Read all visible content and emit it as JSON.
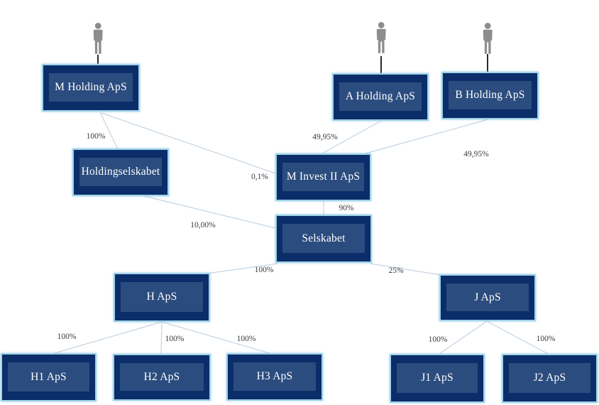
{
  "diagram": {
    "title": "ownership-structure-diagram",
    "nodes": {
      "m_holding": {
        "label": "M Holding ApS"
      },
      "a_holding": {
        "label": "A Holding ApS"
      },
      "b_holding": {
        "label": "B Holding ApS"
      },
      "holdingselskabet": {
        "label": "Holdingselskabet"
      },
      "m_invest_ii": {
        "label": "M Invest II ApS"
      },
      "selskabet": {
        "label": "Selskabet"
      },
      "h": {
        "label": "H ApS"
      },
      "j": {
        "label": "J ApS"
      },
      "h1": {
        "label": "H1 ApS"
      },
      "h2": {
        "label": "H2 ApS"
      },
      "h3": {
        "label": "H3 ApS"
      },
      "j1": {
        "label": "J1 ApS"
      },
      "j2": {
        "label": "J2 ApS"
      }
    },
    "edges": [
      {
        "from": "m_holding",
        "to": "holdingselskabet",
        "percent": "100%"
      },
      {
        "from": "m_holding",
        "to": "m_invest_ii",
        "percent": "0,1%"
      },
      {
        "from": "a_holding",
        "to": "m_invest_ii",
        "percent": "49,95%"
      },
      {
        "from": "b_holding",
        "to": "m_invest_ii",
        "percent": "49,95%"
      },
      {
        "from": "m_invest_ii",
        "to": "selskabet",
        "percent": "90%"
      },
      {
        "from": "holdingselskabet",
        "to": "selskabet",
        "percent": "10,00%"
      },
      {
        "from": "selskabet",
        "to": "h",
        "percent": "100%"
      },
      {
        "from": "selskabet",
        "to": "j",
        "percent": "25%"
      },
      {
        "from": "h",
        "to": "h1",
        "percent": "100%"
      },
      {
        "from": "h",
        "to": "h2",
        "percent": "100%"
      },
      {
        "from": "h",
        "to": "h3",
        "percent": "100%"
      },
      {
        "from": "j",
        "to": "j1",
        "percent": "100%"
      },
      {
        "from": "j",
        "to": "j2",
        "percent": "100%"
      }
    ],
    "persons": [
      {
        "icon": "person-icon",
        "above": "m_holding"
      },
      {
        "icon": "person-icon",
        "above": "a_holding"
      },
      {
        "icon": "person-icon",
        "above": "b_holding"
      }
    ],
    "colors": {
      "box_fill": "#0b2d69",
      "box_inner_panel": "#2b4c7e",
      "box_border": "#9fd2e8",
      "connector_line": "#c4d4e2",
      "person_stem": "#2a2a2a",
      "person_icon": "#8d8d8d",
      "box_text": "#ffffff",
      "percent_text": "#3c3c3c",
      "background": "#ffffff"
    }
  }
}
